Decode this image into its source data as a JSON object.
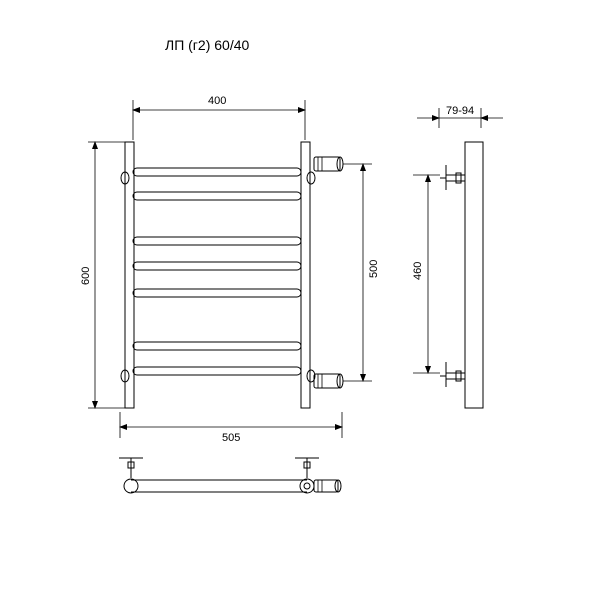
{
  "title": "ЛП (г2) 60/40",
  "dimensions": {
    "width_top": "400",
    "height_left": "600",
    "center_distance": "500",
    "overall_width": "505",
    "wall_offset": "79-94",
    "side_center": "460"
  }
}
